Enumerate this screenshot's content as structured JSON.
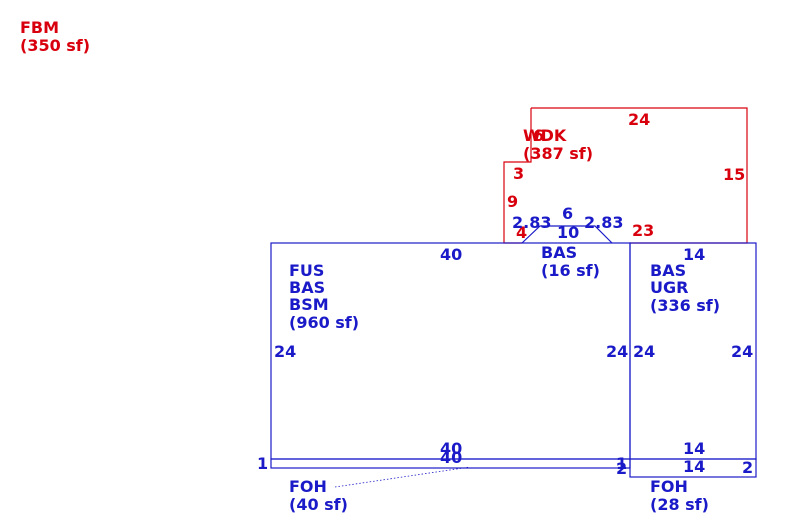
{
  "areas": {
    "fbm": {
      "code": "FBM",
      "area": "(350 sf)"
    },
    "wdk": {
      "code": "WDK",
      "area": "(387 sf)"
    },
    "bas_small": {
      "code": "BAS",
      "area": "(16 sf)"
    },
    "main": {
      "line1": "FUS",
      "line2": "BAS",
      "line3": "BSM",
      "area": "(960 sf)"
    },
    "ugr": {
      "line1": "BAS",
      "line2": "UGR",
      "area": "(336 sf)"
    },
    "foh_left": {
      "code": "FOH",
      "area": "(40 sf)"
    },
    "foh_right": {
      "code": "FOH",
      "area": "(28 sf)"
    }
  },
  "dimensions": {
    "wdk_top": "24",
    "wdk_6": "6",
    "wdk_right": "15",
    "wdk_3": "3",
    "wdk_9": "9",
    "wdk_4": "4",
    "wdk_23": "23",
    "bay_283_left": "2.83",
    "bay_6": "6",
    "bay_283_right": "2.83",
    "bay_10": "10",
    "main_top": "40",
    "main_left": "24",
    "main_right": "24",
    "main_bottom": "40",
    "ugr_top": "14",
    "ugr_left": "24",
    "ugr_right": "24",
    "ugr_bottom": "14",
    "foh_left_1": "1",
    "foh_left_bottom": "40",
    "foh_left_right": "1",
    "foh_right_top": "14",
    "foh_right_2_left": "2",
    "foh_right_2_right": "2"
  },
  "colors": {
    "deck": "#d9000d",
    "building": "#1a1ac8"
  }
}
